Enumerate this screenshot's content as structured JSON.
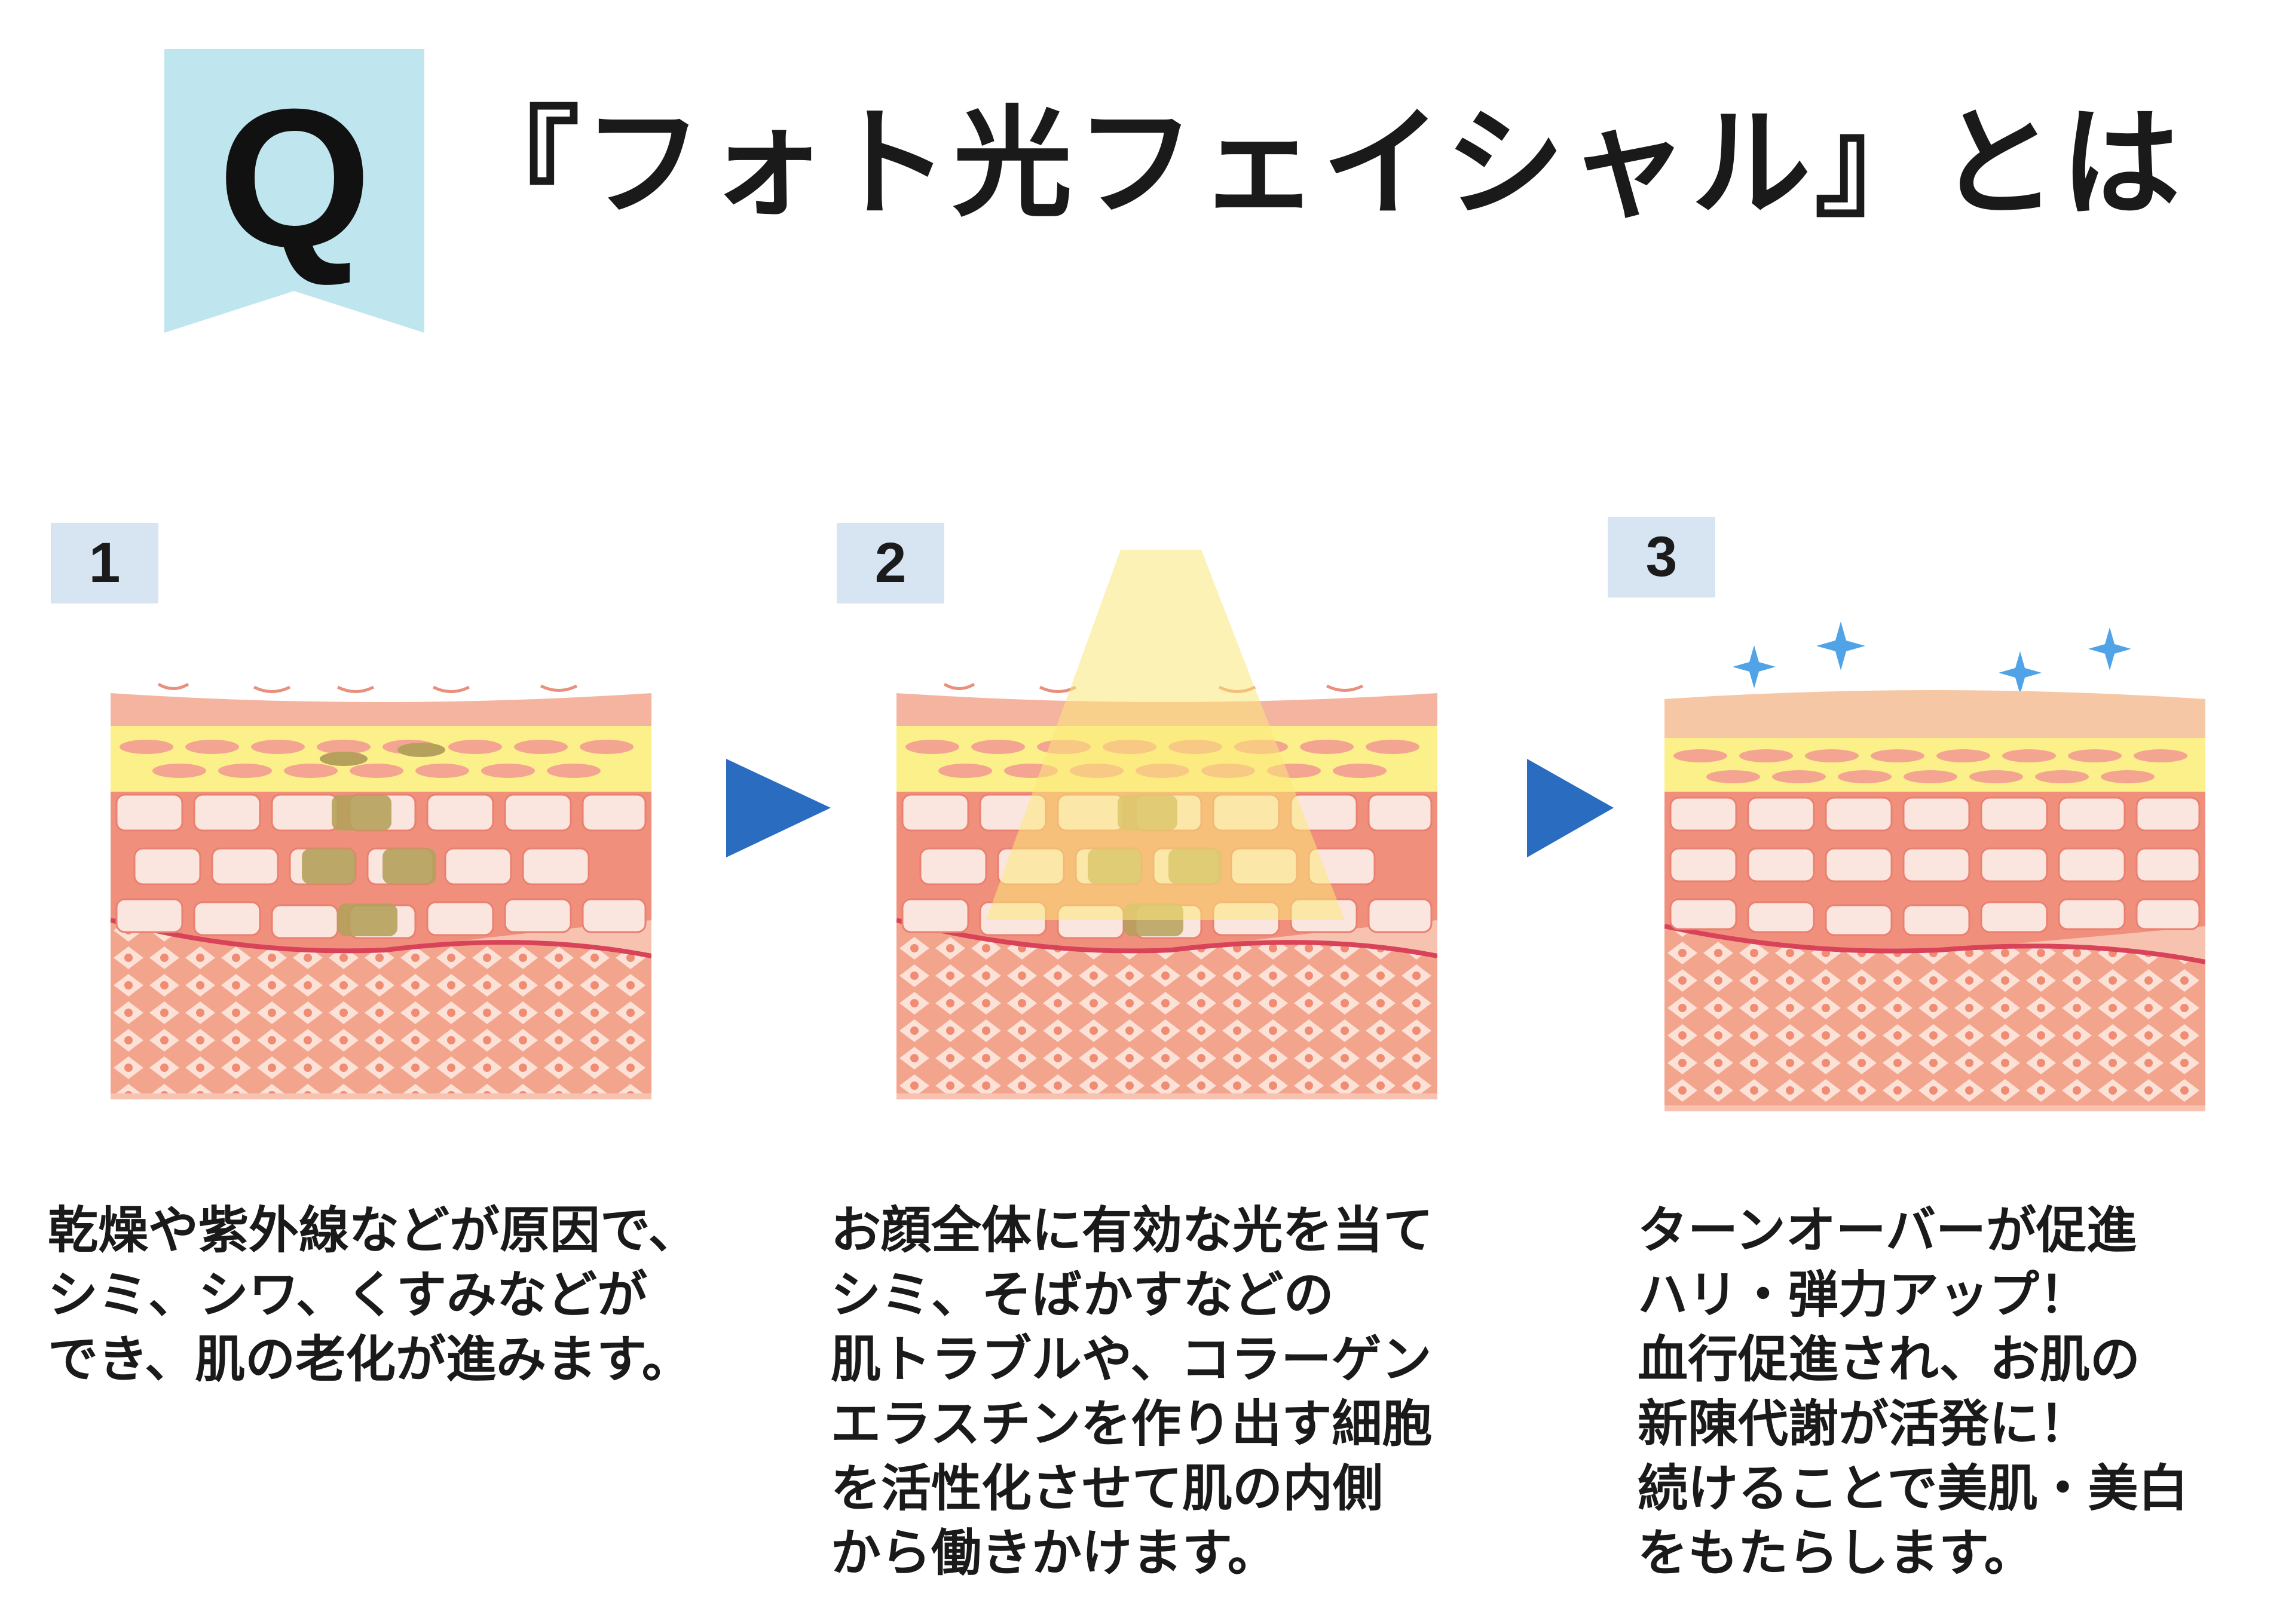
{
  "header": {
    "badge_letter": "Q",
    "title": "『フォト光フェイシャル』とは",
    "badge_color": "#bfe6ef"
  },
  "steps": [
    {
      "label": "1",
      "lines": [
        "乾燥や紫外線などが原因で、",
        "シミ、シワ、くすみなどが",
        "でき、肌の老化が進みます。"
      ]
    },
    {
      "label": "2",
      "lines": [
        "お顔全体に有効な光を当て",
        "シミ、そばかすなどの",
        "肌トラブルや、コラーゲン",
        "エラスチンを作り出す細胞",
        "を活性化させて肌の内側",
        "から働きかけます。"
      ]
    },
    {
      "label": "3",
      "lines": [
        "ターンオーバーが促進",
        "ハリ・弾力アップ！",
        "血行促進され、お肌の",
        "新陳代謝が活発に！",
        "続けることで美肌・美白",
        "をもたらします。"
      ]
    }
  ],
  "colors": {
    "arrow": "#2a6cc0",
    "sparkle": "#4fa3e6",
    "light_beam": "#fbe77a",
    "epidermis_yellow": "#fbf08a",
    "dermis": "#f0907c",
    "cell": "#fbe6df",
    "subcutis": "#f5b8a2"
  },
  "icons": [
    "q-badge-icon",
    "arrow-right-icon",
    "sparkle-icon",
    "light-beam-icon"
  ]
}
